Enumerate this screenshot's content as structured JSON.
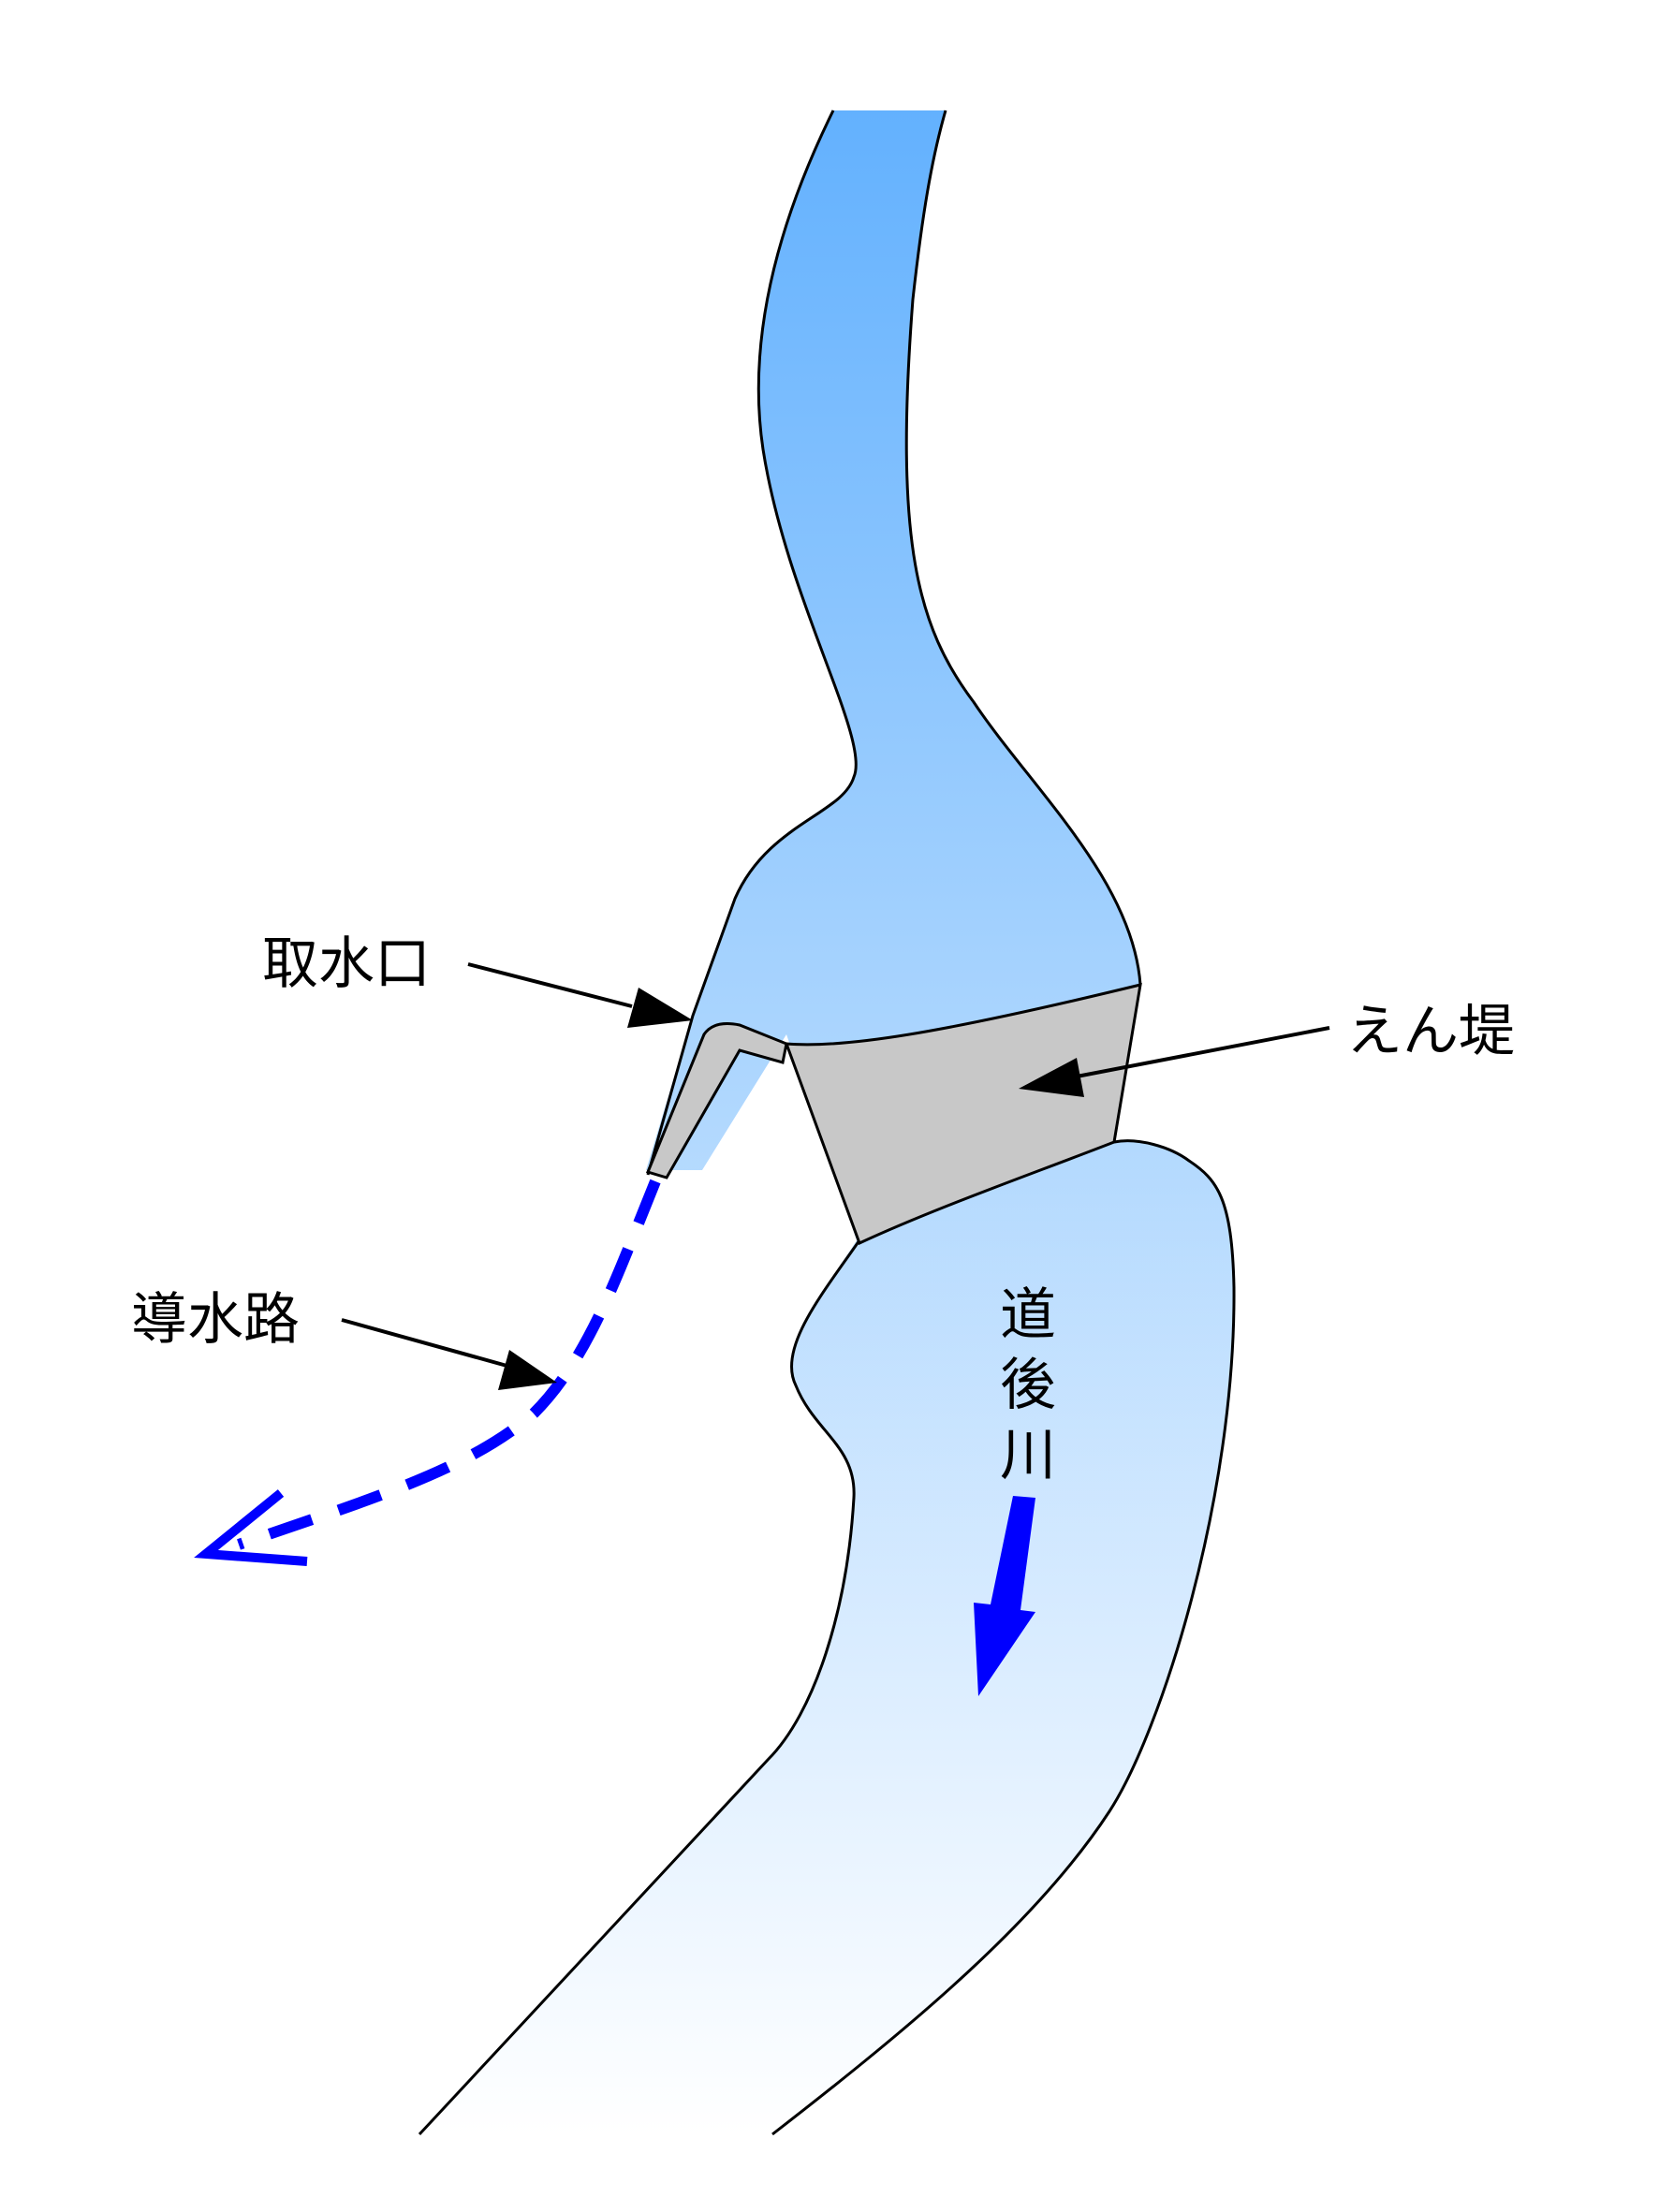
{
  "labels": {
    "intake": "取水口",
    "weir": "えん堤",
    "headrace": "導水路",
    "river_char1": "道",
    "river_char2": "後",
    "river_char3": "川"
  },
  "colors": {
    "water_top": "#63b1fe",
    "water_bottom": "#ffffff",
    "weir_fill": "#c8c8c8",
    "intake_fill": "#c8c8c8",
    "flow_arrow": "#0000ff",
    "leader_arrow": "#000000",
    "outline": "#000000"
  }
}
